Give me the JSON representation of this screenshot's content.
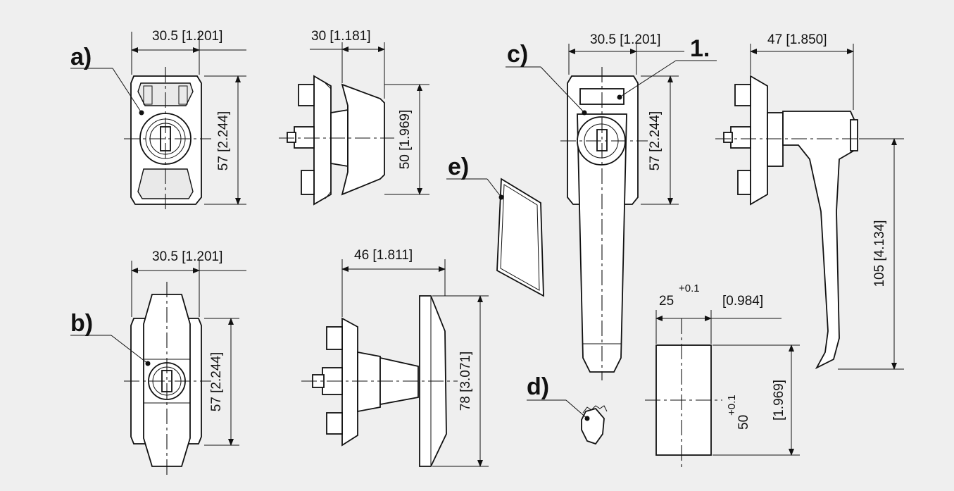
{
  "labels": {
    "a": "a)",
    "b": "b)",
    "c": "c)",
    "d": "d)",
    "e": "e)",
    "one": "1."
  },
  "dimensions": {
    "a_width": "30.5 [1.201]",
    "a_height": "57 [2.244]",
    "a_side_width": "30 [1.181]",
    "a_side_height": "50 [1.969]",
    "b_width": "30.5 [1.201]",
    "b_height": "57 [2.244]",
    "b_side_width": "46 [1.811]",
    "b_side_height": "78 [3.071]",
    "c_width": "30.5 [1.201]",
    "c_height": "57 [2.244]",
    "c_side_width": "47 [1.850]",
    "c_side_height": "105 [4.134]",
    "cutout_w_base": "25",
    "cutout_w_tol": "+0.1",
    "cutout_w_inch": "[0.984]",
    "cutout_h_base": "50",
    "cutout_h_tol": "+0.1",
    "cutout_h_inch": "[1.969]"
  }
}
